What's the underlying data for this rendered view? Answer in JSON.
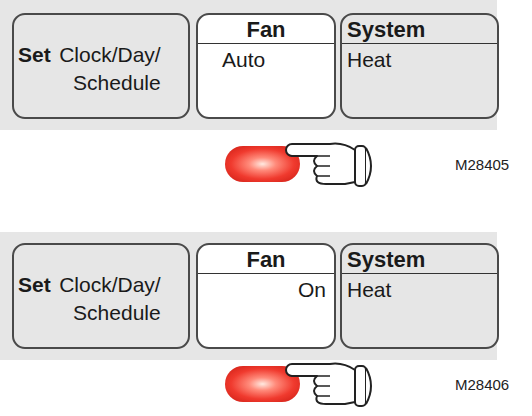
{
  "diagram": {
    "nodes": [
      {
        "text": [
          "Set",
          "Clock/Day/ Schedule"
        ]
      },
      {
        "text": [
          "Fan",
          "Auto"
        ]
      },
      {
        "text": [
          "System",
          "Heat"
        ]
      },
      {
        "text": [
          "Set",
          "Clock/Day/ Schedule"
        ]
      },
      {
        "text": [
          "Fan",
          "On"
        ]
      },
      {
        "text": [
          "System",
          "Heat"
        ]
      }
    ],
    "labels": [
      "M28405",
      "M28406"
    ]
  }
}
